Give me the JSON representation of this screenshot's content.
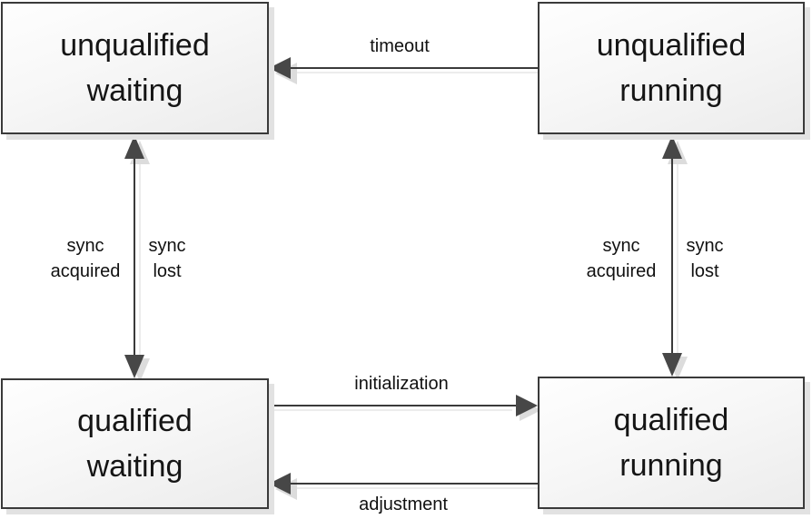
{
  "diagram": {
    "type": "state-machine",
    "colors": {
      "box_fill_top": "#fefefe",
      "box_fill_bottom": "#ececec",
      "box_border": "#3a3a3a",
      "box_shadow": "#e2e2e2",
      "connector_line": "#3a3a3a",
      "connector_shadow": "#dcdcdc",
      "arrowhead_fill": "#474747",
      "text": "#151515"
    },
    "states": [
      {
        "id": "unqualified-waiting",
        "label": "unqualified\nwaiting"
      },
      {
        "id": "unqualified-running",
        "label": "unqualified\nrunning"
      },
      {
        "id": "qualified-waiting",
        "label": "qualified\nwaiting"
      },
      {
        "id": "qualified-running",
        "label": "qualified\nrunning"
      }
    ],
    "transitions": [
      {
        "label": "timeout",
        "from": "unqualified running",
        "to": "unqualified waiting",
        "direction": "right-to-left"
      },
      {
        "label": "initialization",
        "from": "qualified waiting",
        "to": "qualified running",
        "direction": "left-to-right"
      },
      {
        "label": "adjustment",
        "from": "qualified running",
        "to": "qualified waiting",
        "direction": "right-to-left"
      },
      {
        "label": "sync\nacquired",
        "from": "unqualified waiting",
        "to": "qualified waiting",
        "side": "left",
        "direction": "vertical-pair"
      },
      {
        "label": "sync\nlost",
        "from": "qualified waiting",
        "to": "unqualified waiting",
        "side": "left",
        "direction": "vertical-pair"
      },
      {
        "label": "sync\nacquired",
        "from": "unqualified running",
        "to": "qualified running",
        "side": "right",
        "direction": "vertical-pair"
      },
      {
        "label": "sync\nlost",
        "from": "qualified running",
        "to": "unqualified running",
        "side": "right",
        "direction": "vertical-pair"
      }
    ]
  }
}
